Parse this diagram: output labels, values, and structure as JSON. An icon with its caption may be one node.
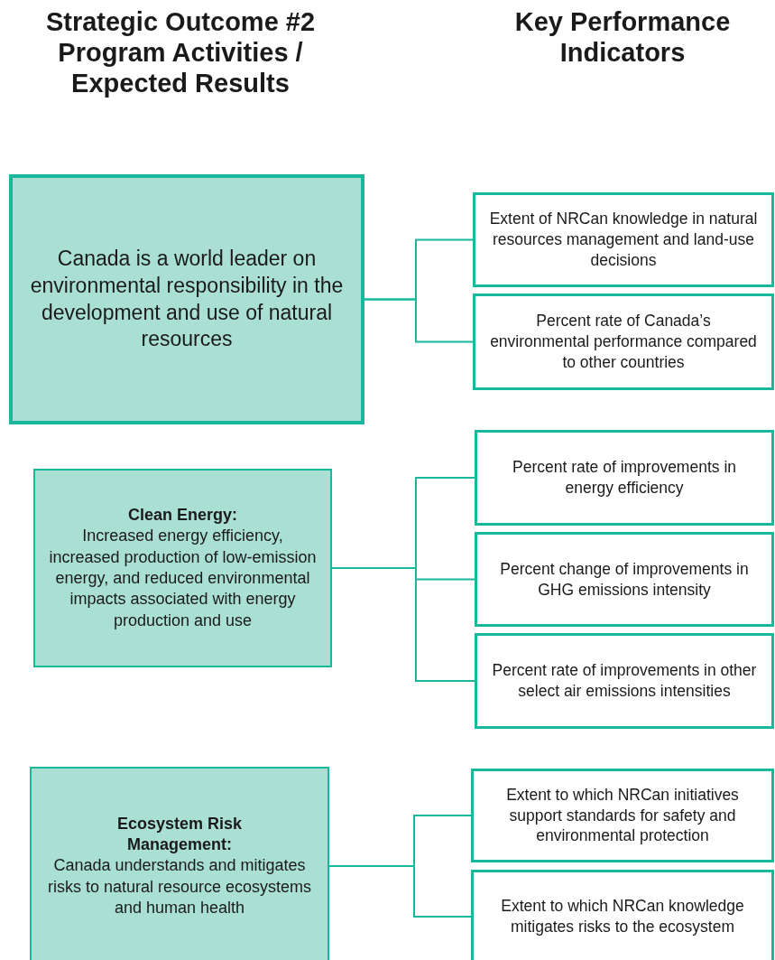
{
  "diagram": {
    "nodes": [
      {
        "text": [
          "Canada is a world leader on environmental responsibility in the development and use of natural resources"
        ]
      },
      {
        "text": [
          "Extent of NRCan knowledge in natural resources management and land-use decisions"
        ]
      },
      {
        "text": [
          "Percent rate of Canada’s environmental performance compared to other countries"
        ]
      },
      {
        "text": [
          "Clean Energy:",
          "Increased energy efficiency, increased production of low-emission energy, and reduced environmental impacts associated with energy production and use"
        ]
      },
      {
        "text": [
          "Percent rate of improvements in energy efficiency"
        ]
      },
      {
        "text": [
          "Percent change of improvements in GHG emissions intensity"
        ]
      },
      {
        "text": [
          "Percent rate of improvements in other select air emissions intensities"
        ]
      },
      {
        "text": [
          "Ecosystem Risk Management:",
          "Canada understands and mitigates risks to natural resource ecosystems and human health"
        ]
      },
      {
        "text": [
          "Extent to which NRCan initiatives support standards for safety and environmental protection"
        ]
      },
      {
        "text": [
          "Extent to which NRCan knowledge mitigates risks to the ecosystem"
        ]
      }
    ],
    "edges": [
      {
        "from": 0,
        "to": 1,
        "arrow": "none"
      },
      {
        "from": 0,
        "to": 2,
        "arrow": "none"
      },
      {
        "from": 3,
        "to": 4,
        "arrow": "none"
      },
      {
        "from": 3,
        "to": 5,
        "arrow": "none"
      },
      {
        "from": 3,
        "to": 6,
        "arrow": "none"
      },
      {
        "from": 7,
        "to": 8,
        "arrow": "none"
      },
      {
        "from": 7,
        "to": 9,
        "arrow": "none"
      }
    ],
    "labels": [
      "Strategic Outcome #2 Program Activities / Expected Results",
      "Key Performance Indicators"
    ]
  }
}
